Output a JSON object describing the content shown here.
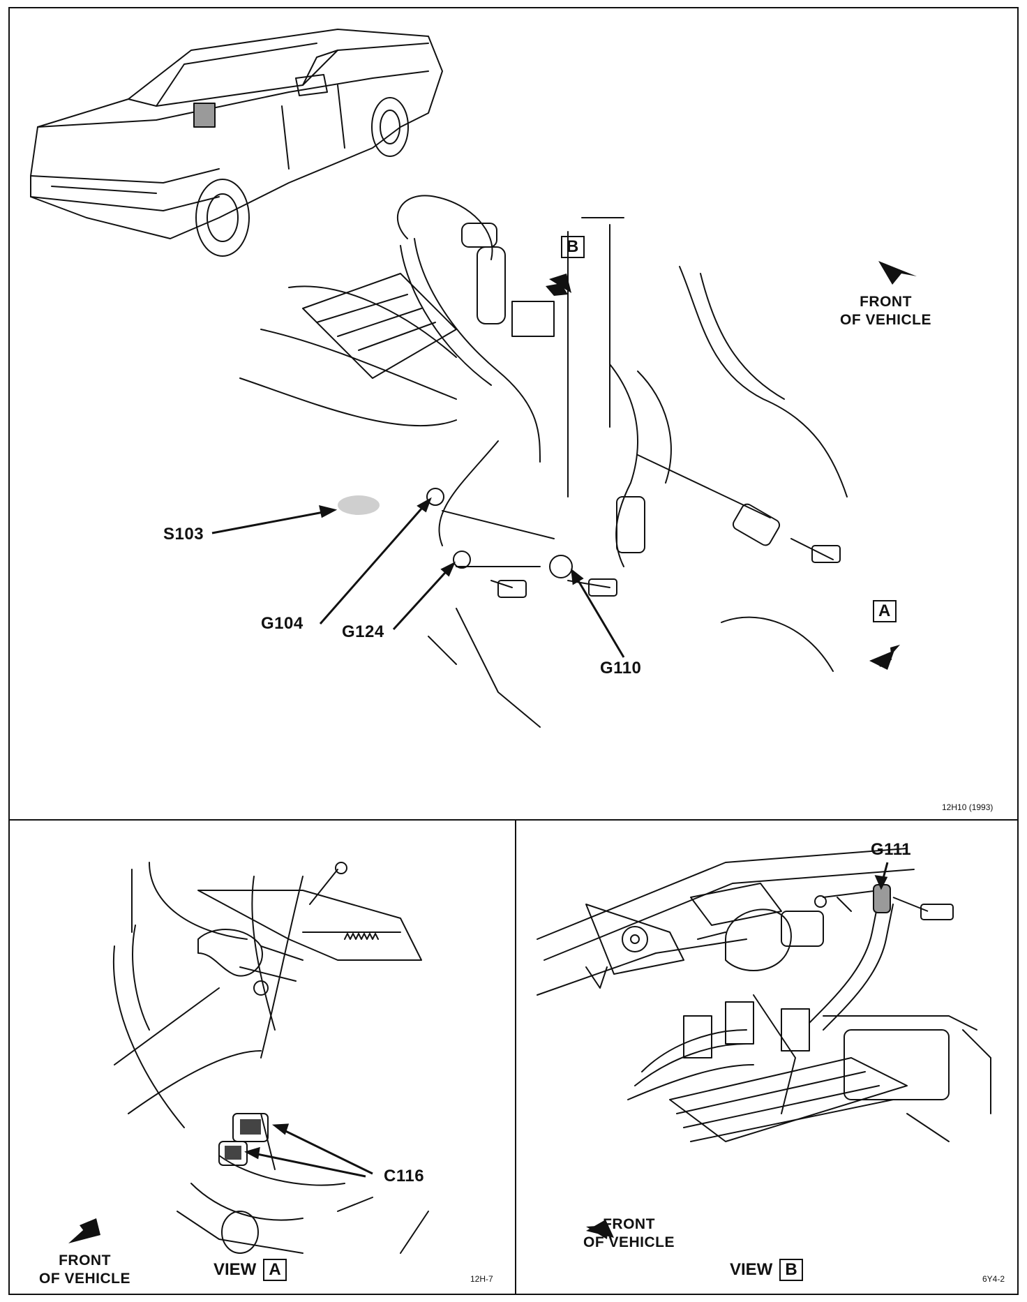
{
  "top_panel": {
    "labels": {
      "b_tag": "B",
      "a_tag": "A",
      "front_line1": "FRONT",
      "front_line2": "OF VEHICLE",
      "s103": "S103",
      "g104": "G104",
      "g124": "G124",
      "g110": "G110"
    },
    "ref": "12H10 (1993)"
  },
  "view_a": {
    "view_word": "VIEW",
    "view_tag": "A",
    "c116": "C116",
    "front_line1": "FRONT",
    "front_line2": "OF VEHICLE",
    "ref": "12H-7"
  },
  "view_b": {
    "view_word": "VIEW",
    "view_tag": "B",
    "g111": "G111",
    "front_line1": "FRONT",
    "front_line2": "OF VEHICLE",
    "ref": "6Y4-2"
  }
}
